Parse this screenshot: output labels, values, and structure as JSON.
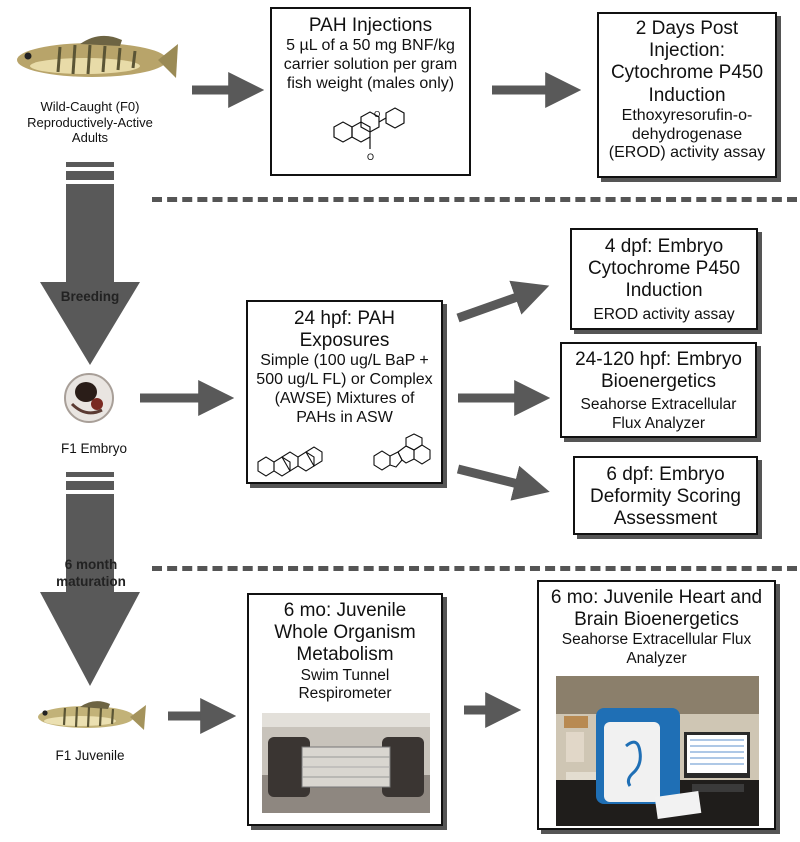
{
  "fish_f0_label": "Wild-Caught (F0) Reproductively-Active Adults",
  "embryo_label": "F1 Embryo",
  "juvenile_label": "F1 Juvenile",
  "breeding_label": "Breeding",
  "maturation_label": "6 month maturation",
  "pah_injections": {
    "title": "PAH Injections",
    "body": "5 µL of a 50 mg BNF/kg carrier solution per gram fish weight (males only)"
  },
  "post_injection": {
    "title": "2 Days Post Injection: Cytochrome P450 Induction",
    "body": "Ethoxyresorufin-o-dehydrogenase (EROD) activity assay"
  },
  "pah_exposures": {
    "title": "24 hpf: PAH Exposures",
    "body": "Simple (100 ug/L BaP + 500 ug/L FL) or Complex (AWSE) Mixtures of PAHs in ASW"
  },
  "embryo_p450": {
    "title": "4 dpf: Embryo Cytochrome P450 Induction",
    "body": "EROD activity assay"
  },
  "embryo_bioenergetics": {
    "title": "24-120 hpf: Embryo Bioenergetics",
    "body": "Seahorse Extracellular Flux Analyzer"
  },
  "embryo_deformity": {
    "title": "6 dpf: Embryo Deformity Scoring Assessment"
  },
  "juvenile_metabolism": {
    "title": "6 mo: Juvenile Whole Organism Metabolism",
    "body": "Swim Tunnel Respirometer"
  },
  "juvenile_heart": {
    "title": "6 mo: Juvenile Heart and Brain Bioenergetics",
    "body": "Seahorse Extracellular Flux Analyzer"
  },
  "colors": {
    "arrow": "#595959",
    "border": "#111111",
    "dash": "#555555"
  }
}
